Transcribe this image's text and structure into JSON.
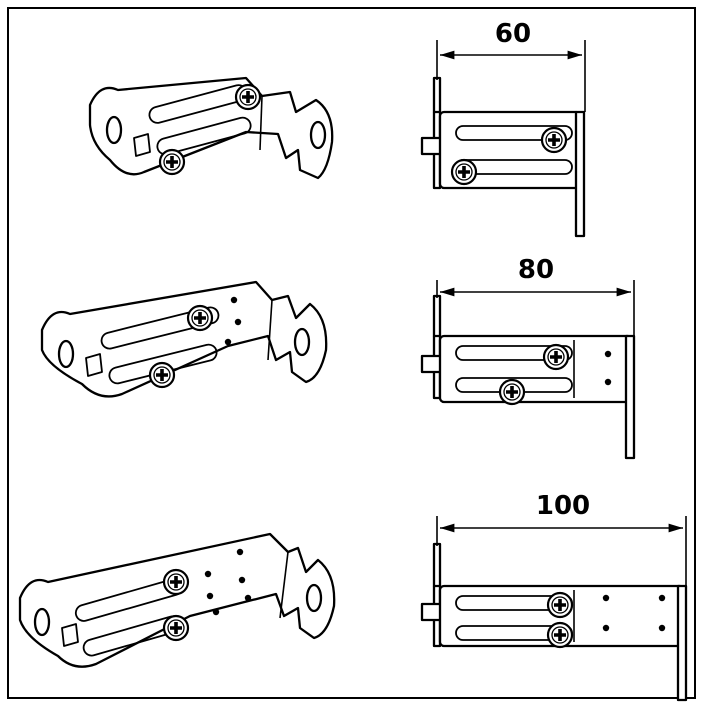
{
  "rows": [
    {
      "dimension_label": "60"
    },
    {
      "dimension_label": "80"
    },
    {
      "dimension_label": "100"
    }
  ]
}
